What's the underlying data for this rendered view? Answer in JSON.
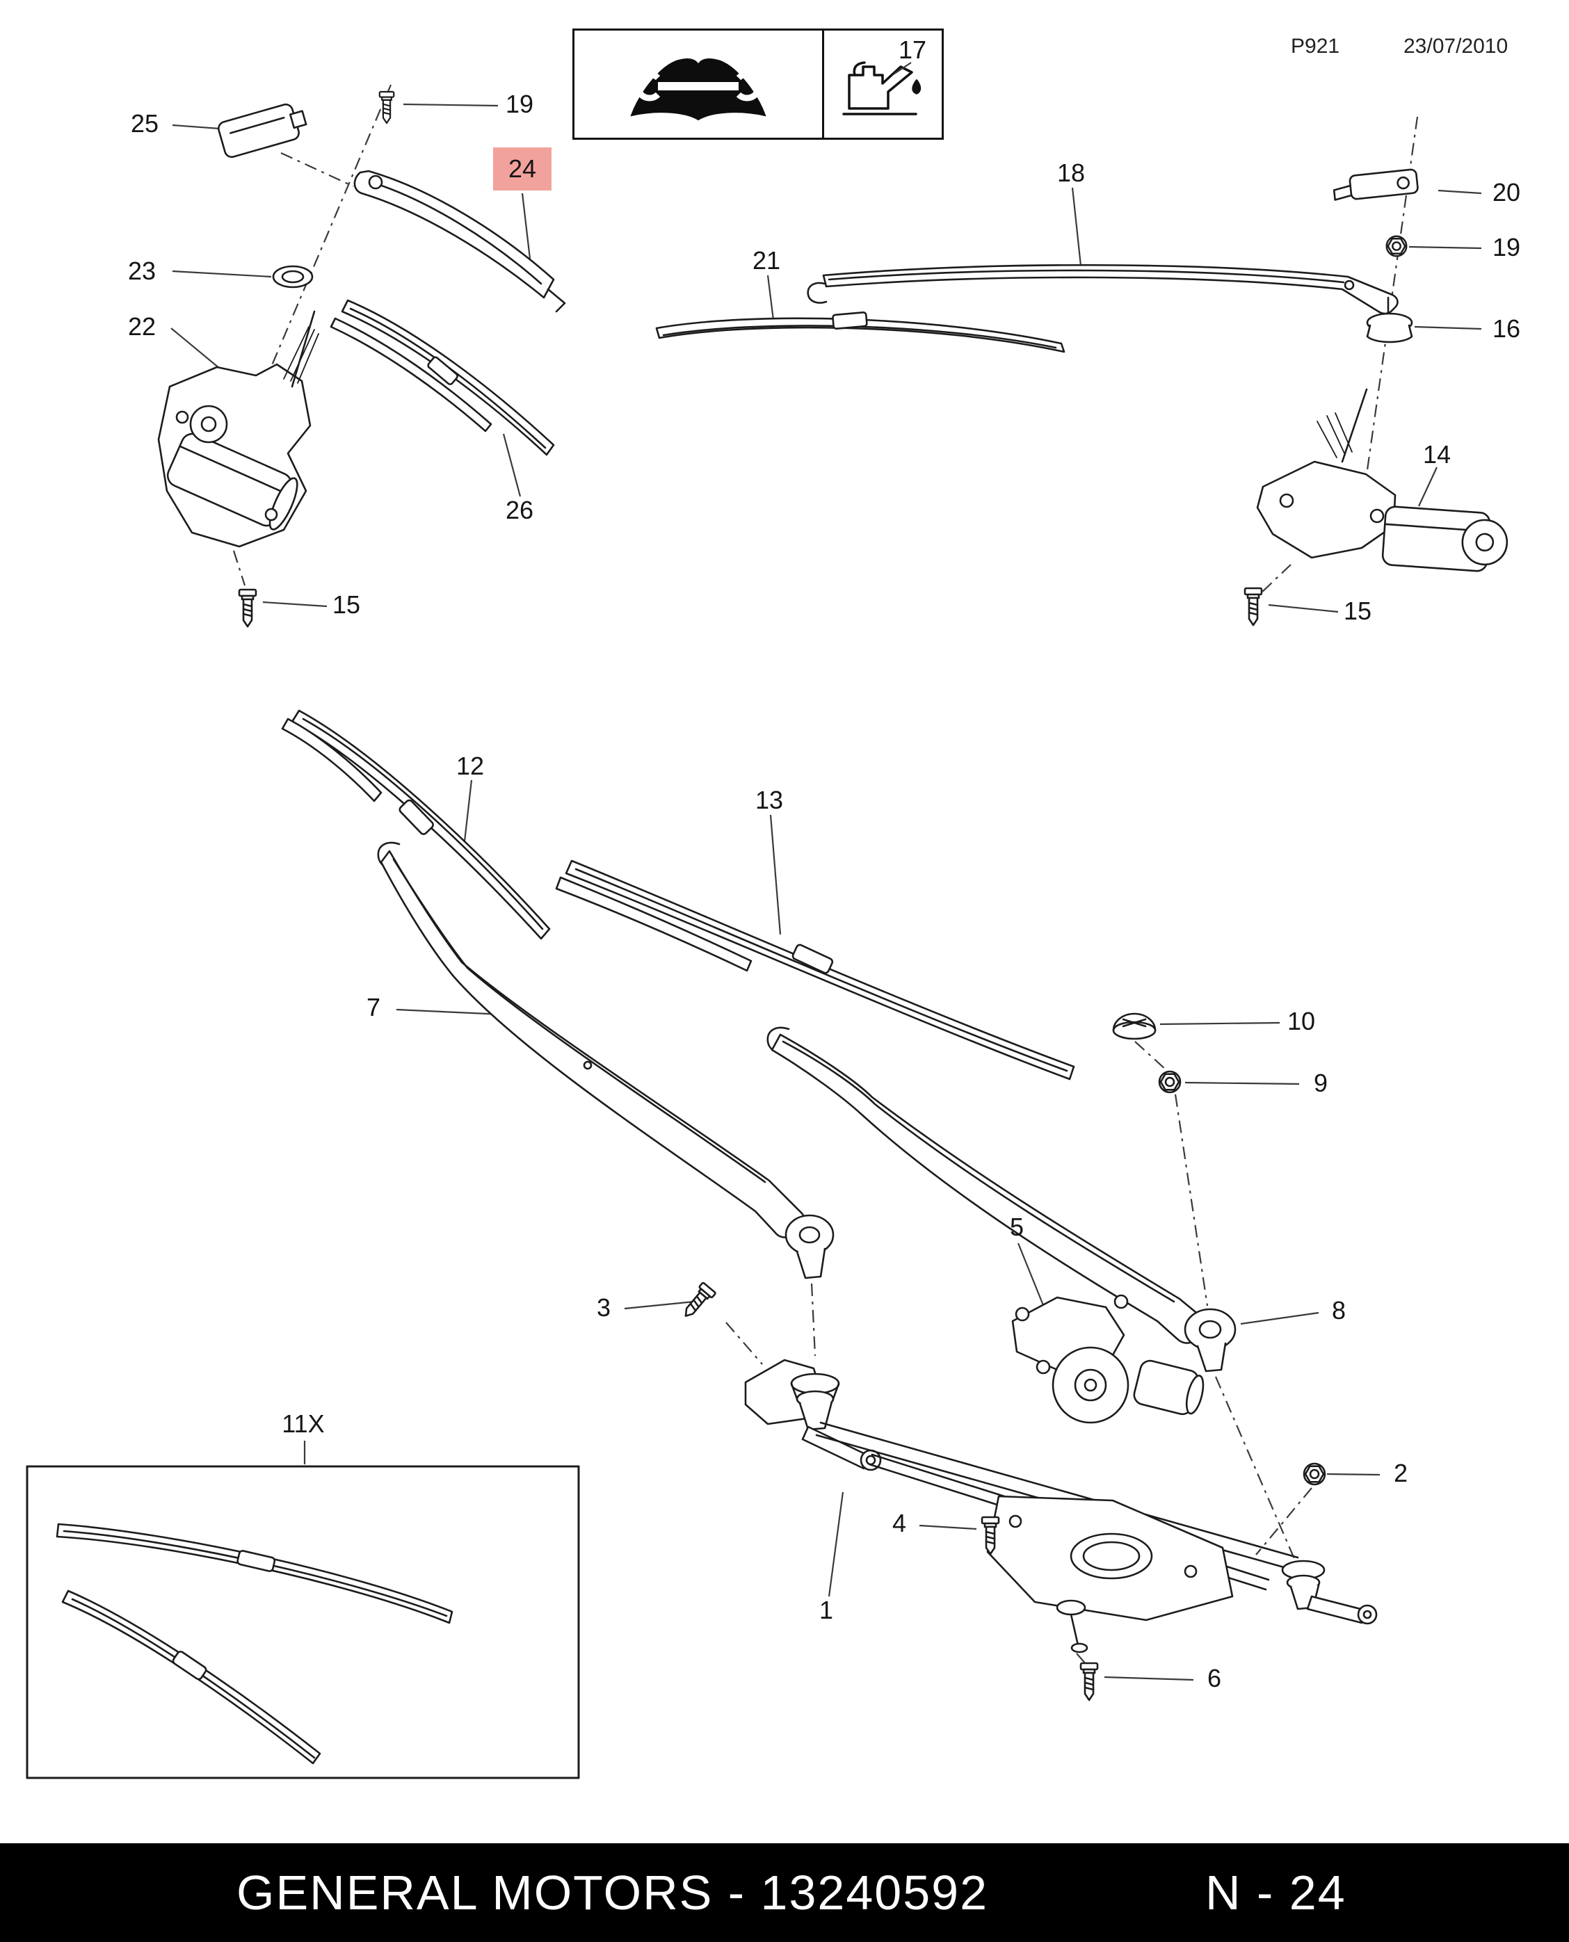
{
  "page": {
    "doc_code": "P921",
    "date": "23/07/2010"
  },
  "legend": {
    "part_number": "17",
    "icons": [
      "manual-book-wrench-icon",
      "oil-can-icon"
    ]
  },
  "callouts": {
    "c25": "25",
    "c19L": "19",
    "c24": "24",
    "c23": "23",
    "c22": "22",
    "c26": "26",
    "c15L": "15",
    "c21": "21",
    "c18": "18",
    "c20": "20",
    "c19R": "19",
    "c16": "16",
    "c14": "14",
    "c15R": "15",
    "c17": "17",
    "c12": "12",
    "c13": "13",
    "c7": "7",
    "c10": "10",
    "c9": "9",
    "c8": "8",
    "c5": "5",
    "c3": "3",
    "c11x": "11X",
    "c2": "2",
    "c4": "4",
    "c1": "1",
    "c6": "6"
  },
  "highlighted_callout": "24",
  "footer": {
    "left": "GENERAL MOTORS - 13240592",
    "right": "N - 24"
  },
  "colors": {
    "highlight": "#f2a29c",
    "line": "#1c1c1c",
    "footer_bg": "#000000",
    "footer_text": "#ffffff"
  }
}
